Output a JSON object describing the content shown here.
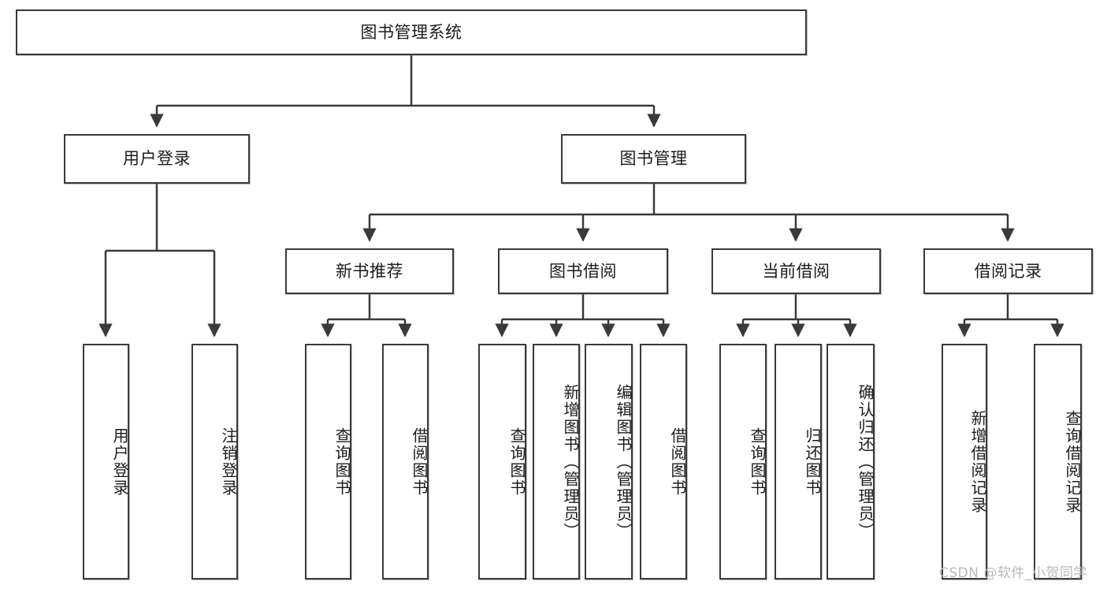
{
  "diagram": {
    "title": "图书管理系统",
    "watermark": "CSDN @软件_小贺同学",
    "stroke_color": "#3a3a3a",
    "text_color": "#1c1c1c",
    "background_color": "#ffffff",
    "nodes": {
      "root": "图书管理系统",
      "level2": {
        "user_login": "用户登录",
        "book_manage": "图书管理"
      },
      "level3": {
        "new_book_recommend": "新书推荐",
        "book_borrow": "图书借阅",
        "current_borrow": "当前借阅",
        "borrow_record": "借阅记录"
      },
      "leaves": {
        "user_login_1": "用户登录",
        "user_login_2": "注销登录",
        "recommend_1": "查询图书",
        "recommend_2": "借阅图书",
        "borrow_1": "查询图书",
        "borrow_2": "新增图书（管理员）",
        "borrow_3": "编辑图书（管理员）",
        "borrow_4": "借阅图书",
        "current_1": "查询图书",
        "current_2": "归还图书",
        "current_3": "确认归还（管理员）",
        "record_1": "新增借阅记录",
        "record_2": "查询借阅记录"
      }
    }
  },
  "chart_data": {
    "type": "diagram",
    "subtype": "tree",
    "title": "图书管理系统",
    "orientation": "top-down",
    "levels": 4,
    "tree": {
      "label": "图书管理系统",
      "children": [
        {
          "label": "用户登录",
          "children": [
            {
              "label": "用户登录",
              "children": []
            },
            {
              "label": "注销登录",
              "children": []
            }
          ]
        },
        {
          "label": "图书管理",
          "children": [
            {
              "label": "新书推荐",
              "children": [
                {
                  "label": "查询图书",
                  "children": []
                },
                {
                  "label": "借阅图书",
                  "children": []
                }
              ]
            },
            {
              "label": "图书借阅",
              "children": [
                {
                  "label": "查询图书",
                  "children": []
                },
                {
                  "label": "新增图书（管理员）",
                  "children": []
                },
                {
                  "label": "编辑图书（管理员）",
                  "children": []
                },
                {
                  "label": "借阅图书",
                  "children": []
                }
              ]
            },
            {
              "label": "当前借阅",
              "children": [
                {
                  "label": "查询图书",
                  "children": []
                },
                {
                  "label": "归还图书",
                  "children": []
                },
                {
                  "label": "确认归还（管理员）",
                  "children": []
                }
              ]
            },
            {
              "label": "借阅记录",
              "children": [
                {
                  "label": "新增借阅记录",
                  "children": []
                },
                {
                  "label": "查询借阅记录",
                  "children": []
                }
              ]
            }
          ]
        }
      ]
    }
  }
}
